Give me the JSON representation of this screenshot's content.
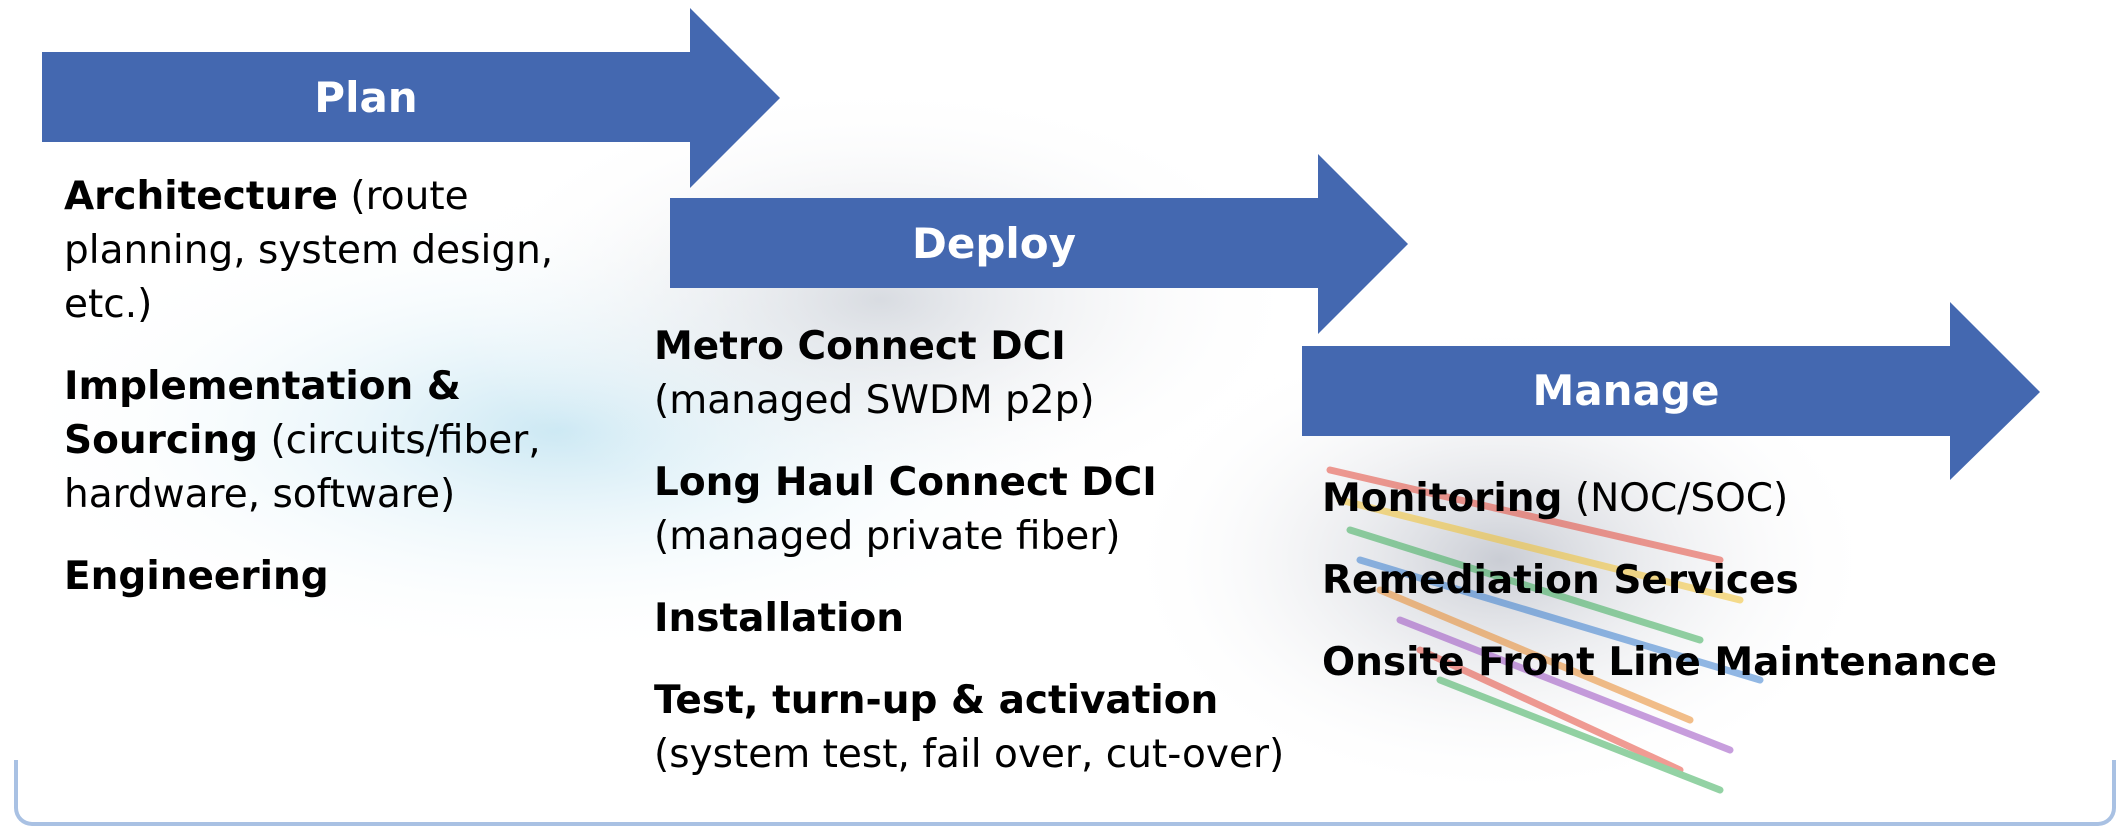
{
  "colors": {
    "arrow": "#4468b0",
    "bracket": "#a9c1e3",
    "arrow_text": "#ffffff"
  },
  "stages": [
    {
      "label": "Plan",
      "items": [
        {
          "bold": "Architecture",
          "normal": " (route planning, system design, etc.)"
        },
        {
          "bold": "Implementation & Sourcing",
          "normal": " (circuits/fiber, hardware, software)"
        },
        {
          "bold": "Engineering",
          "normal": ""
        }
      ]
    },
    {
      "label": "Deploy",
      "items": [
        {
          "bold": "Metro Connect DCI",
          "normal": "(managed SWDM p2p)"
        },
        {
          "bold": "Long Haul Connect DCI",
          "normal": "(managed private fiber)"
        },
        {
          "bold": "Installation",
          "normal": ""
        },
        {
          "bold": "Test, turn-up & activation",
          "normal": "(system test, fail over, cut-over)"
        }
      ]
    },
    {
      "label": "Manage",
      "items": [
        {
          "bold": "Monitoring",
          "normal": " (NOC/SOC)"
        },
        {
          "bold": "Remediation Services",
          "normal": ""
        },
        {
          "bold": "Onsite Front Line Maintenance",
          "normal": ""
        }
      ]
    }
  ]
}
